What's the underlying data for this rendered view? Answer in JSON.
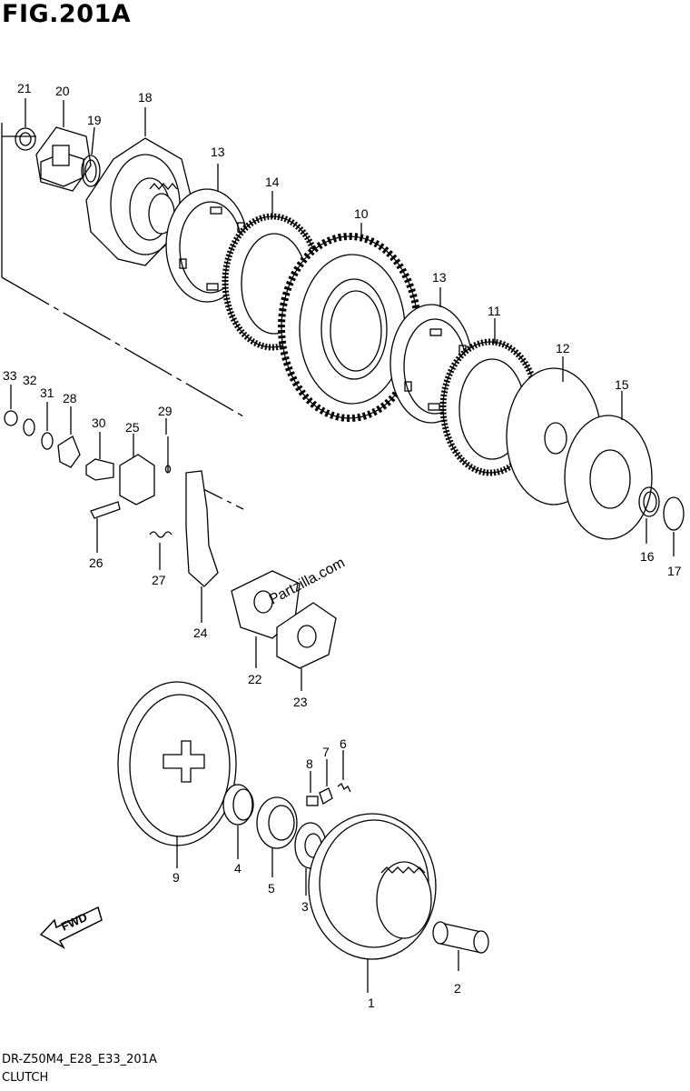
{
  "title": "FIG.201A",
  "watermark": "Partzilla.com",
  "fwd_label": "FWD",
  "footer": {
    "code": "DR-Z50M4_E28_E33_201A",
    "name": "CLUTCH"
  },
  "callouts": [
    "1",
    "2",
    "3",
    "4",
    "5",
    "6",
    "7",
    "8",
    "9",
    "10",
    "11",
    "12",
    "13",
    "13",
    "14",
    "15",
    "16",
    "17",
    "18",
    "19",
    "20",
    "21",
    "22",
    "23",
    "24",
    "25",
    "26",
    "27",
    "28",
    "29",
    "30",
    "31",
    "32",
    "33"
  ]
}
